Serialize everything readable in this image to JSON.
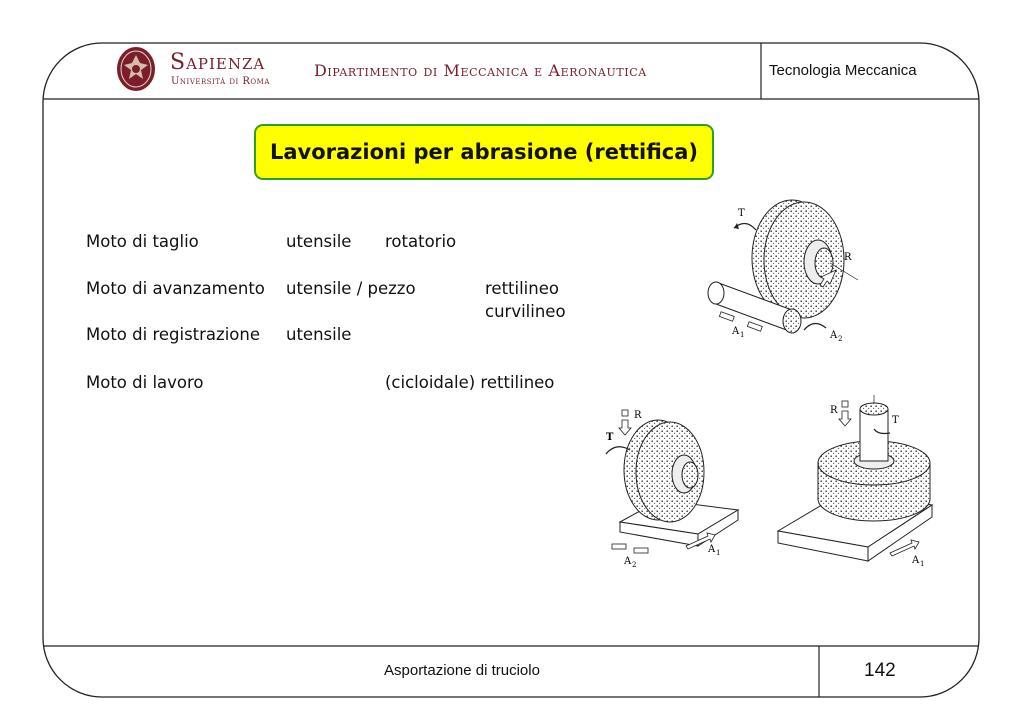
{
  "header": {
    "university_name": "Sapienza",
    "university_sub": "Università di Roma",
    "department": "Dipartimento di Meccanica e Aeronautica",
    "course": "Tecnologia Meccanica"
  },
  "slide": {
    "title": "Lavorazioni per abrasione (rettifica)",
    "rows": [
      {
        "label": "Moto di taglio",
        "col2": "utensile",
        "col3": "rotatorio"
      },
      {
        "label": "Moto di avanzamento",
        "col2": "utensile / pezzo",
        "col3": "rettilineo",
        "col3b": "curvilineo"
      },
      {
        "label": "Moto di registrazione",
        "col2": "utensile"
      },
      {
        "label": "Moto di lavoro",
        "col3": "(cicloidale) rettilineo"
      }
    ]
  },
  "figures": {
    "fig1": {
      "T": "T",
      "R": "R",
      "A1": "A",
      "A1_sub": "1",
      "A2": "A",
      "A2_sub": "2"
    },
    "fig2": {
      "T": "T",
      "R": "R",
      "A1": "A",
      "A1_sub": "1",
      "A2": "A",
      "A2_sub": "2"
    },
    "fig3": {
      "T": "T",
      "R": "R",
      "A1": "A",
      "A1_sub": "1"
    }
  },
  "footer": {
    "text": "Asportazione di truciolo",
    "page": "142"
  }
}
